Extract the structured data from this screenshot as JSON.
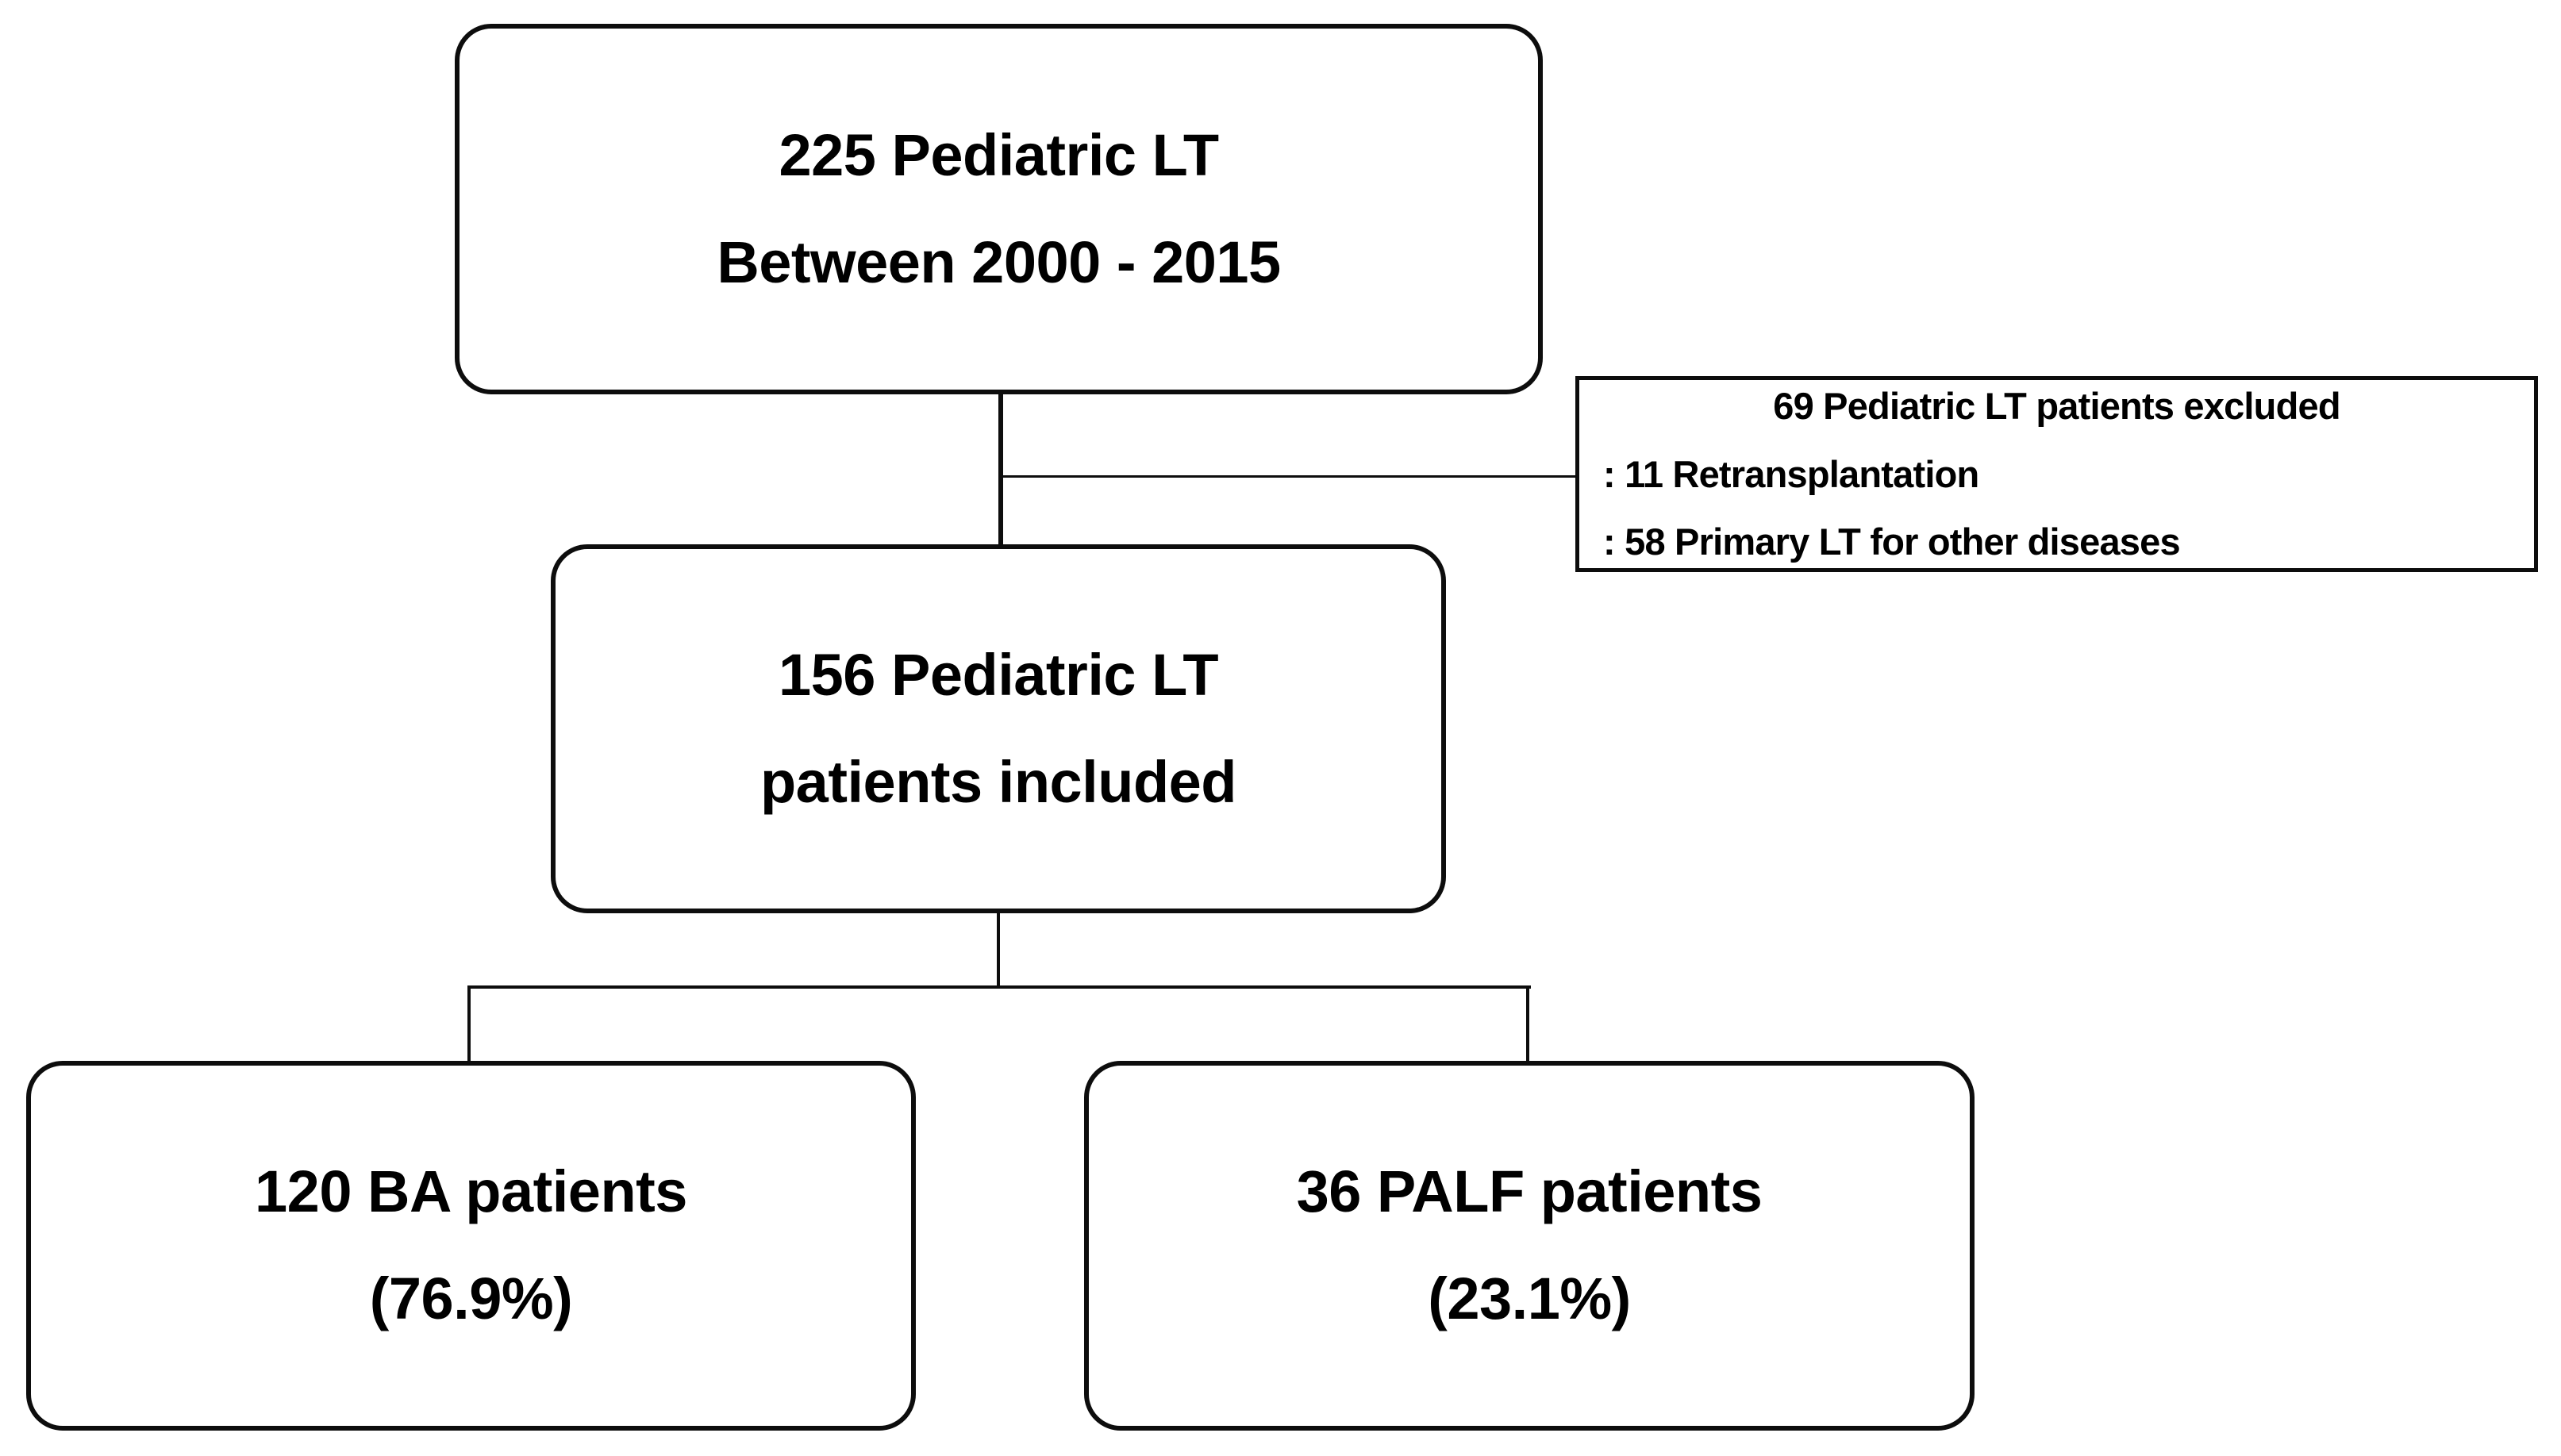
{
  "diagram": {
    "title": "Pediatric liver transplantation study cohort flow diagram",
    "accent_color": "#0d0d0d",
    "background_color": "#ffffff",
    "nodes": {
      "total_cohort": {
        "lines": [
          "225 Pediatric LT",
          "Between 2000 - 2015"
        ]
      },
      "excluded": {
        "lines": [
          "69 Pediatric LT patients excluded",
          ": 11 Retransplantation",
          ": 58 Primary LT for other diseases"
        ]
      },
      "included": {
        "lines": [
          "156 Pediatric LT",
          "patients included"
        ]
      },
      "group_ba": {
        "lines": [
          "120 BA patients",
          "(76.9%)"
        ]
      },
      "group_palf": {
        "lines": [
          "36 PALF patients",
          "(23.1%)"
        ]
      }
    }
  },
  "chart_data": {
    "type": "diagram",
    "title": "Pediatric LT study flow",
    "nodes": [
      {
        "id": "total_cohort",
        "label": "225 Pediatric LT Between 2000 - 2015",
        "count": 225,
        "period": "2000 - 2015"
      },
      {
        "id": "excluded",
        "label": "69 Pediatric LT patients excluded",
        "count": 69,
        "reasons": [
          {
            "label": "Retransplantation",
            "count": 11
          },
          {
            "label": "Primary LT for other diseases",
            "count": 58
          }
        ]
      },
      {
        "id": "included",
        "label": "156 Pediatric LT patients included",
        "count": 156
      },
      {
        "id": "group_ba",
        "label": "120 BA patients",
        "count": 120,
        "percent": 76.9
      },
      {
        "id": "group_palf",
        "label": "36 PALF patients",
        "count": 36,
        "percent": 23.1
      }
    ],
    "edges": [
      {
        "from": "total_cohort",
        "to": "excluded"
      },
      {
        "from": "total_cohort",
        "to": "included"
      },
      {
        "from": "included",
        "to": "group_ba"
      },
      {
        "from": "included",
        "to": "group_palf"
      }
    ]
  }
}
